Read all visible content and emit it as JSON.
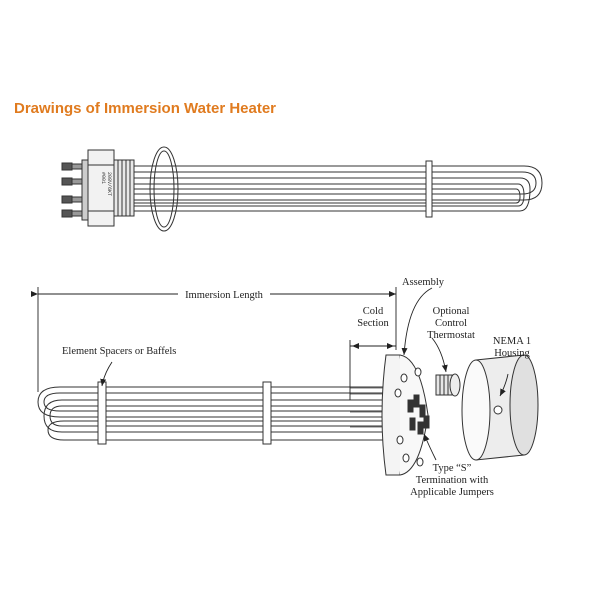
{
  "title": "Drawings of Immersion Water Heater",
  "top_drawing": {
    "stamp_1": "#001",
    "stamp_2": "208V/6KT"
  },
  "labels": {
    "assembly": "Assembly",
    "immersion_length": "Immersion Length",
    "cold_line1": "Cold",
    "cold_line2": "Section",
    "optional_line1": "Optional",
    "optional_line2": "Control",
    "optional_line3": "Thermostat",
    "nema_line1": "NEMA 1",
    "nema_line2": "Housing",
    "spacers": "Element Spacers or Baffels",
    "type_line1": "Type “S”",
    "type_line2": "Termination with",
    "type_line3": "Applicable Jumpers"
  }
}
